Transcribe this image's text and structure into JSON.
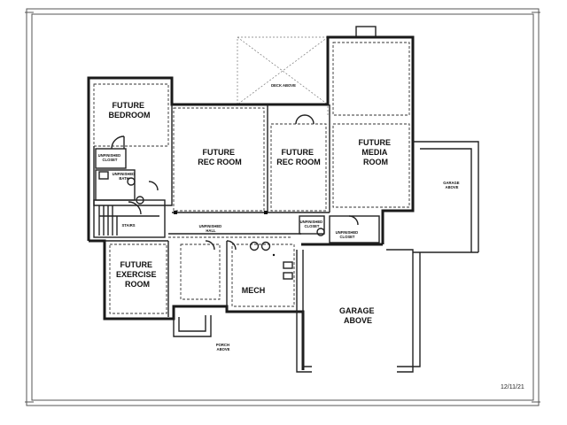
{
  "rooms": {
    "future_bedroom": [
      "FUTURE",
      "BEDROOM"
    ],
    "future_rec_room_1": [
      "FUTURE",
      "REC ROOM"
    ],
    "future_rec_room_2": [
      "FUTURE",
      "REC ROOM"
    ],
    "future_media_room": [
      "FUTURE",
      "MEDIA",
      "ROOM"
    ],
    "future_exercise_room": [
      "FUTURE",
      "EXERCISE",
      "ROOM"
    ],
    "mech": [
      "MECH"
    ],
    "garage_above_main": [
      "GARAGE",
      "ABOVE"
    ]
  },
  "notes": {
    "deck_above": "DECK ABOVE",
    "unfinished_closet_1": [
      "UNFINISHED",
      "CLOSET"
    ],
    "unfinished_bath": [
      "UNFINISHED",
      "BATH"
    ],
    "stairs": "STAIRS",
    "unfinished_hall": [
      "UNFINISHED",
      "HALL"
    ],
    "unfinished_closet_2": [
      "UNFINISHED",
      "CLOSET"
    ],
    "unfinished_closet_3": [
      "UNFINISHED",
      "CLOSET"
    ],
    "garage_above_side": [
      "GARAGE",
      "ABOVE"
    ],
    "porch_above": [
      "PORCH",
      "ABOVE"
    ]
  },
  "date": "12/11/21"
}
